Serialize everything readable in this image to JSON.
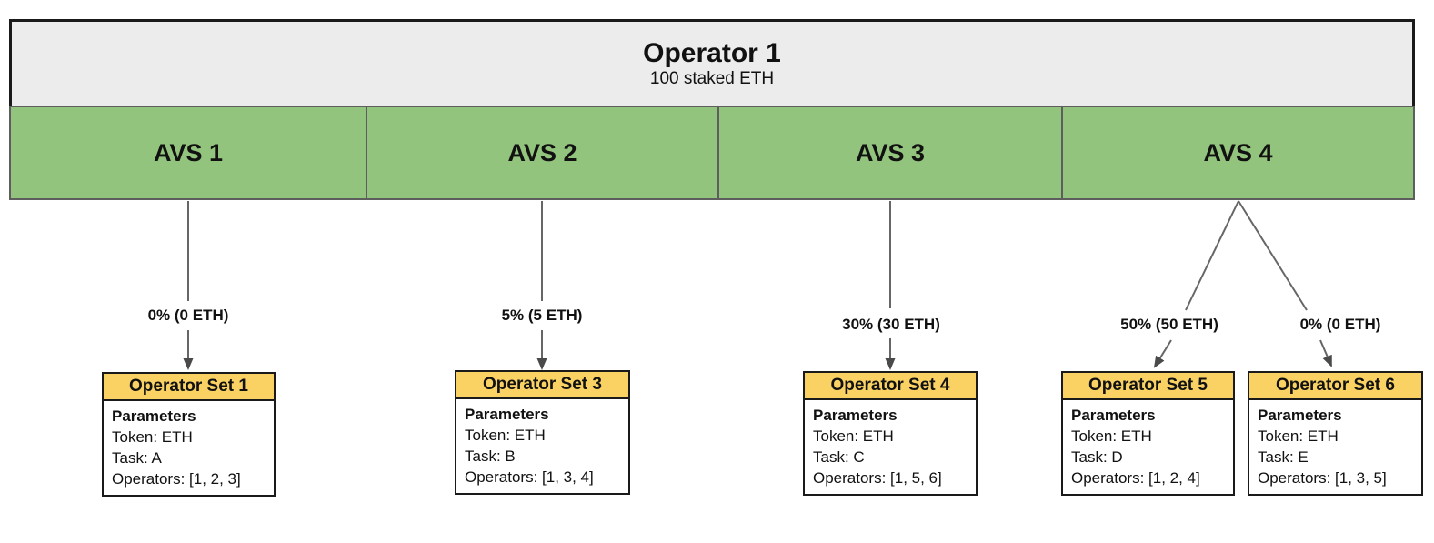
{
  "operator": {
    "title": "Operator 1",
    "subtitle": "100 staked ETH"
  },
  "avs": [
    {
      "label": "AVS 1"
    },
    {
      "label": "AVS 2"
    },
    {
      "label": "AVS 3"
    },
    {
      "label": "AVS 4"
    }
  ],
  "allocations": [
    {
      "label": "0% (0 ETH)"
    },
    {
      "label": "5% (5 ETH)"
    },
    {
      "label": "30% (30 ETH)"
    },
    {
      "label": "50% (50 ETH)"
    },
    {
      "label": "0% (0 ETH)"
    }
  ],
  "operator_sets": [
    {
      "title": "Operator Set 1",
      "heading": "Parameters",
      "token": "Token: ETH",
      "task": "Task: A",
      "operators": "Operators: [1, 2, 3]"
    },
    {
      "title": "Operator Set 3",
      "heading": "Parameters",
      "token": "Token: ETH",
      "task": "Task: B",
      "operators": "Operators: [1, 3, 4]"
    },
    {
      "title": "Operator Set 4",
      "heading": "Parameters",
      "token": "Token: ETH",
      "task": "Task: C",
      "operators": "Operators: [1, 5, 6]"
    },
    {
      "title": "Operator Set 5",
      "heading": "Parameters",
      "token": "Token: ETH",
      "task": "Task: D",
      "operators": "Operators: [1, 2, 4]"
    },
    {
      "title": "Operator Set 6",
      "heading": "Parameters",
      "token": "Token: ETH",
      "task": "Task: E",
      "operators": "Operators: [1, 3, 5]"
    }
  ],
  "colors": {
    "operator_fill": "#ececec",
    "avs_fill": "#93c47d",
    "set_header_fill": "#f9d263",
    "connector": "#666666",
    "arrowhead": "#4a4a4a",
    "border_dark": "#1a1a1a",
    "band_border": "#5e5e5e"
  }
}
